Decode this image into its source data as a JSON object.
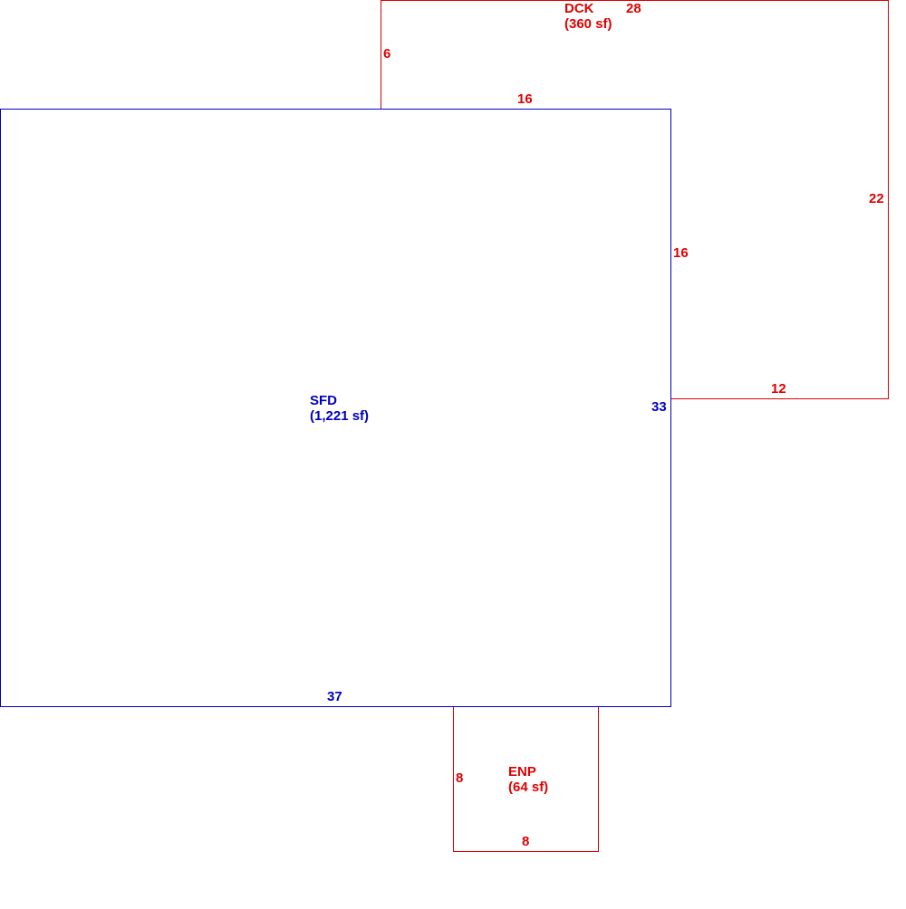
{
  "colors": {
    "main_structure": "#0000c0",
    "addition": "#e00000",
    "background": "#ffffff"
  },
  "areas": {
    "sfd": {
      "name": "SFD",
      "size": "(1,221 sf)"
    },
    "dck": {
      "name": "DCK",
      "size": "(360 sf)"
    },
    "enp": {
      "name": "ENP",
      "size": "(64 sf)"
    }
  },
  "dimensions": {
    "sfd_bottom": "37",
    "sfd_right": "33",
    "dck_top": "28",
    "dck_left": "6",
    "dck_inner_top": "16",
    "dck_inner_left": "16",
    "dck_right": "22",
    "dck_bottom": "12",
    "enp_left": "8",
    "enp_bottom": "8"
  }
}
